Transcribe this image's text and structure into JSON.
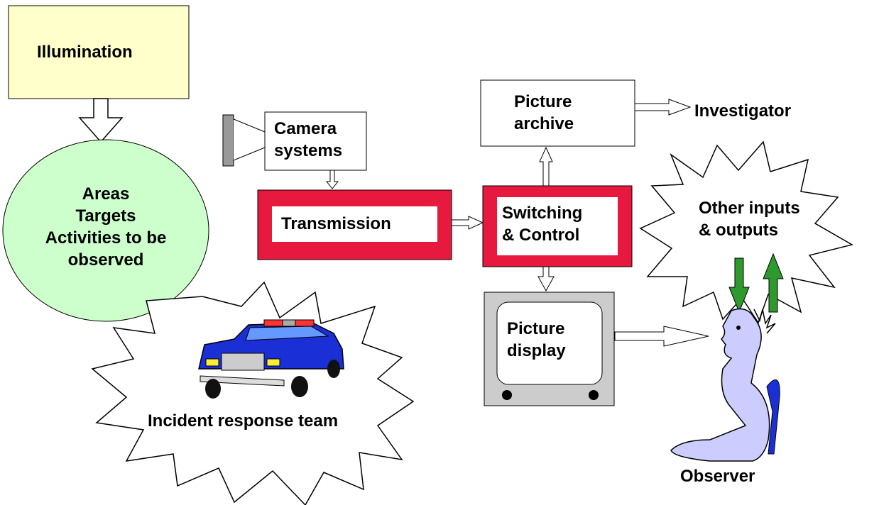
{
  "nodes": {
    "illumination": "Illumination",
    "areas": [
      "Areas",
      "Targets",
      "Activities to be",
      "observed"
    ],
    "camera": [
      "Camera",
      "systems"
    ],
    "transmission": "Transmission",
    "switching": [
      "Switching",
      "& Control"
    ],
    "archive": [
      "Picture",
      "archive"
    ],
    "investigator": "Investigator",
    "other_io": [
      "Other inputs",
      "& outputs"
    ],
    "display": [
      "Picture",
      "display"
    ],
    "incident": "Incident response team",
    "observer": "Observer"
  },
  "colors": {
    "illumination_fill": "#ffffcc",
    "areas_fill": "#ccffcc",
    "frame_red": "#e8193e",
    "monitor_gray": "#cccccc",
    "io_arrow_green": "#2e9a2e",
    "camera_gray": "#999999",
    "car_blue": "#1a2fd6",
    "observer_fill": "#ccccff"
  },
  "icons": [
    "camera-icon",
    "police-car-icon",
    "observer-figure-icon"
  ]
}
